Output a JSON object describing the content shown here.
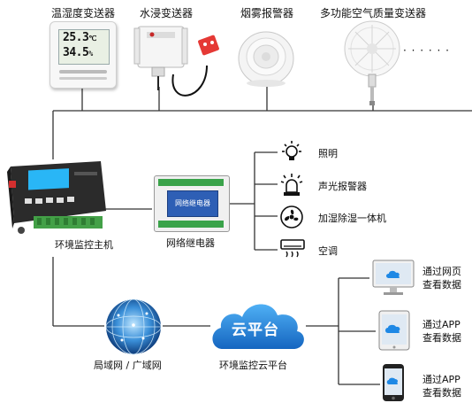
{
  "sensors": [
    {
      "label": "温湿度变送器",
      "lcd_top": "25.3",
      "lcd_unit_top": "℃",
      "lcd_bottom": "34.5",
      "lcd_unit_bottom": "%"
    },
    {
      "label": "水浸变送器"
    },
    {
      "label": "烟雾报警器"
    },
    {
      "label": "多功能空气质量变送器"
    }
  ],
  "ellipsis": "· · · · · ·",
  "host": {
    "label": "环境监控主机"
  },
  "relay": {
    "label": "网络继电器",
    "screen_text": "网络继电器"
  },
  "outputs": [
    {
      "label": "照明",
      "icon": "light-bulb-icon"
    },
    {
      "label": "声光报警器",
      "icon": "alarm-light-icon"
    },
    {
      "label": "加湿除湿一体机",
      "icon": "fan-icon"
    },
    {
      "label": "空调",
      "icon": "air-conditioner-icon"
    }
  ],
  "network": {
    "label": "局域网 / 广域网"
  },
  "cloud": {
    "title": "云平台",
    "label": "环境监控云平台"
  },
  "clients": [
    {
      "line1": "通过网页",
      "line2": "查看数据",
      "icon": "monitor-icon"
    },
    {
      "line1": "通过APP",
      "line2": "查看数据",
      "icon": "tablet-icon"
    },
    {
      "line1": "通过APP",
      "line2": "查看数据",
      "icon": "phone-icon"
    }
  ],
  "colors": {
    "cloud": "#1e88e5",
    "globe": "#1565c0",
    "relay_green": "#3aa34a",
    "relay_blue": "#2e5fb5",
    "host_screen": "#29b6f6"
  }
}
